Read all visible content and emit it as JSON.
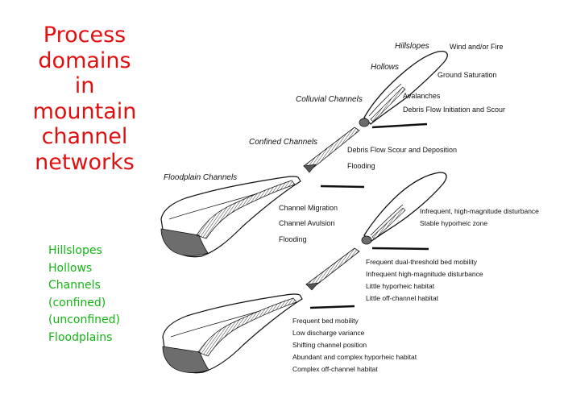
{
  "title": [
    "Process",
    "domains",
    "in",
    "mountain",
    "channel",
    "networks"
  ],
  "legend": [
    "Hillslopes",
    "Hollows",
    "Channels",
    "(confined)",
    "(unconfined)",
    "Floodplains"
  ],
  "upper": {
    "domains": {
      "hillslopes": "Hillslopes",
      "hollows": "Hollows",
      "colluvial": "Colluvial Channels",
      "confined": "Confined Channels",
      "floodplain": "Floodplain Channels"
    },
    "processes": {
      "wind_fire": "Wind and/or Fire",
      "ground_saturation": "Ground Saturation",
      "avalanches": "Avalanches",
      "debris_initiation": "Debris Flow Initiation and Scour",
      "debris_scour_deposition": "Debris Flow Scour and Deposition",
      "flooding_confined": "Flooding",
      "channel_migration": "Channel Migration",
      "channel_avulsion": "Channel Avulsion",
      "flooding_floodplain": "Flooding"
    }
  },
  "lower": {
    "hollow_habitat": [
      "Infrequent, high-magnitude disturbance",
      "Stable hyporheic zone"
    ],
    "confined_habitat": [
      "Frequent dual-threshold bed mobility",
      "Infrequent high-magnitude disturbance",
      "Little hyporheic habitat",
      "Little off-channel habitat"
    ],
    "floodplain_habitat": [
      "Frequent bed mobility",
      "Low discharge variance",
      "Shifting channel position",
      "Abundant and complex hyporheic habitat",
      "Complex off-channel  habitat"
    ]
  }
}
